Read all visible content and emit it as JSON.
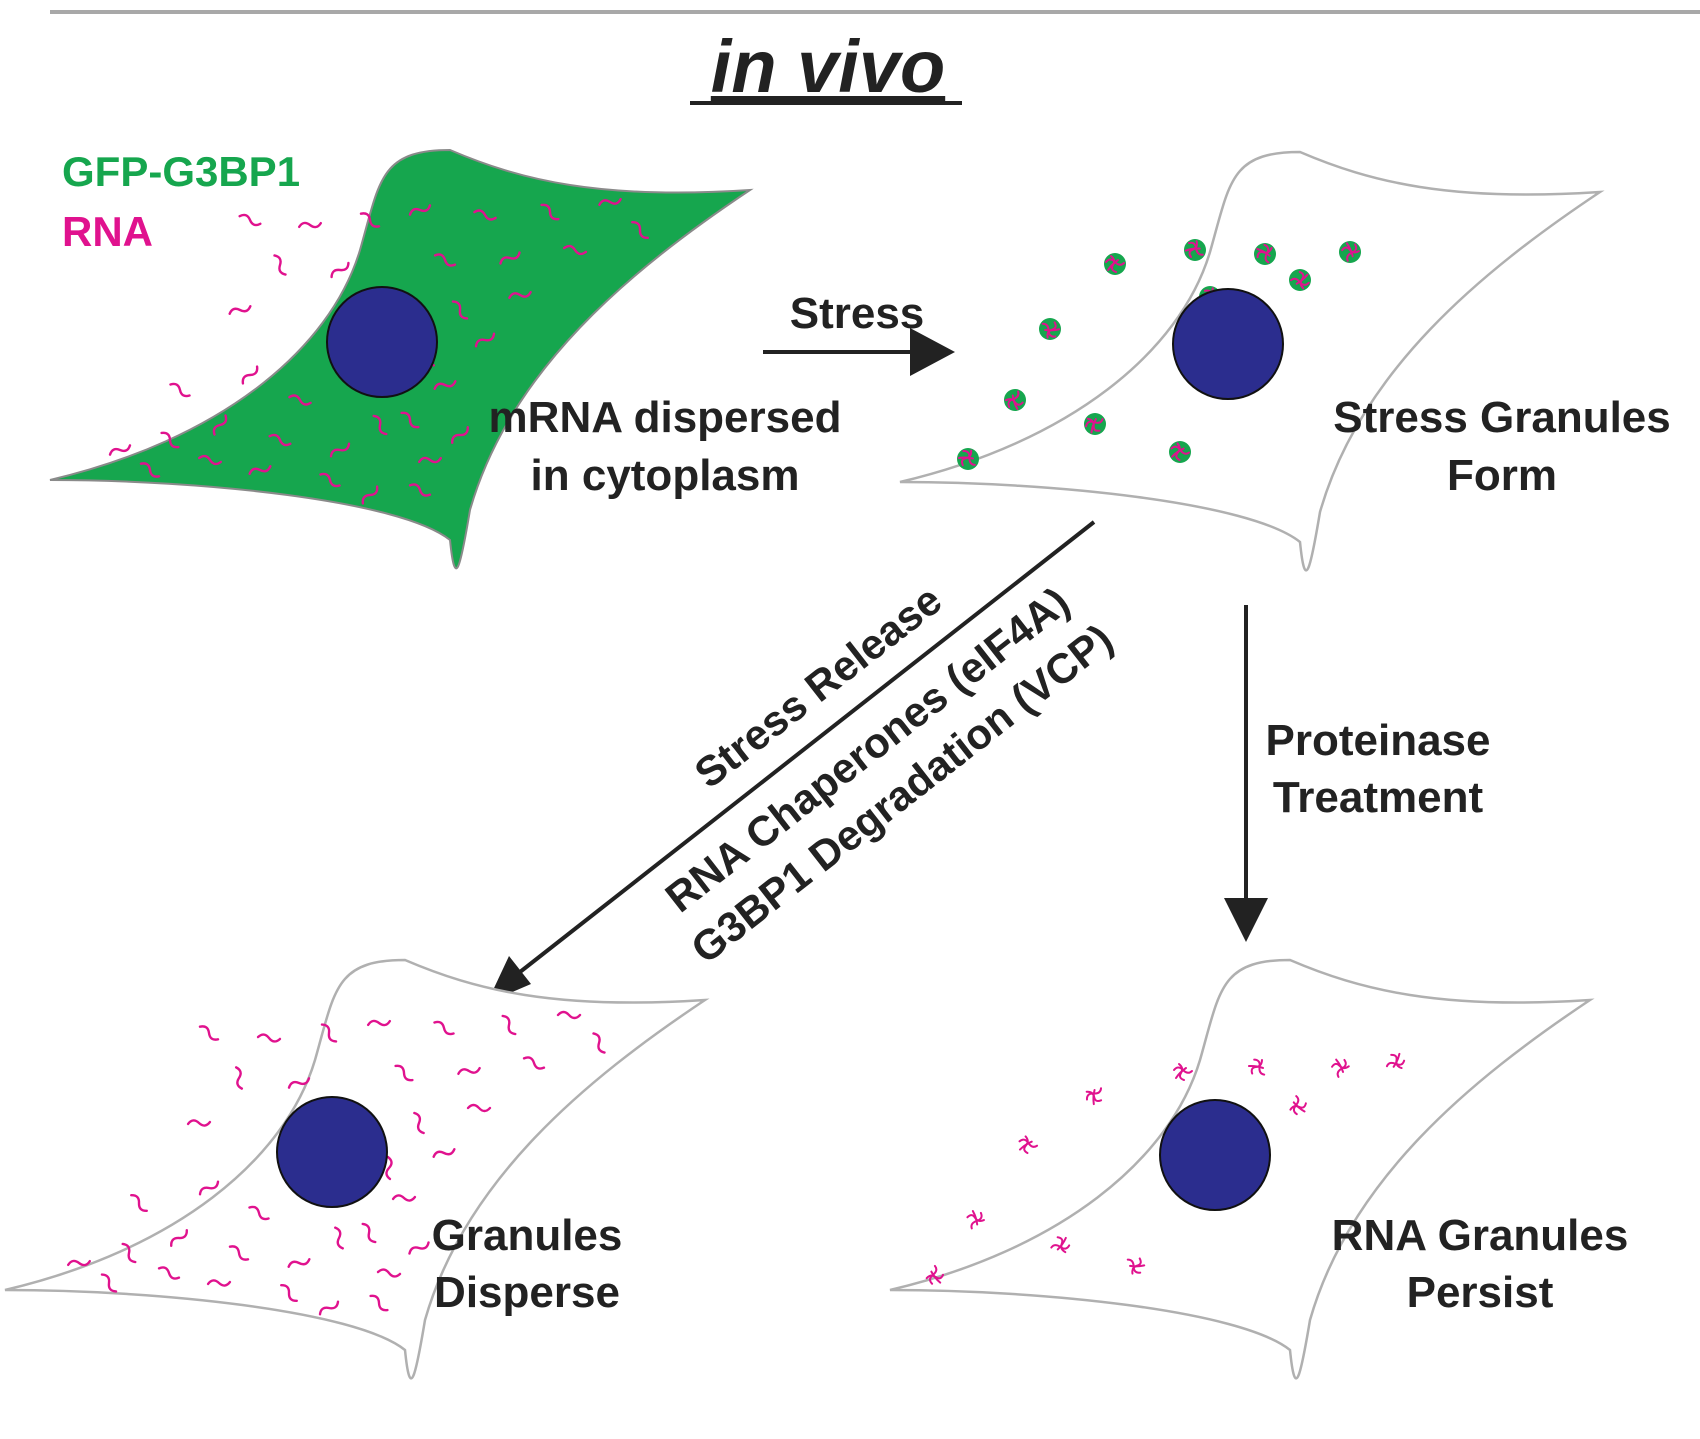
{
  "title": "in vivo",
  "legend": {
    "protein_label": "GFP-G3BP1",
    "rna_label": "RNA"
  },
  "colors": {
    "gfp_green": "#16a64e",
    "rna_magenta": "#e0128e",
    "nucleus_blue": "#2b2d8e",
    "outline_gray": "#a8a8a8",
    "text_black": "#222222"
  },
  "cells": {
    "initial": {
      "caption_line1": "mRNA dispersed",
      "caption_line2": "in cytoplasm"
    },
    "stressed": {
      "caption_line1": "Stress Granules",
      "caption_line2": "Form"
    },
    "dispersed": {
      "caption_line1": "Granules",
      "caption_line2": "Disperse"
    },
    "persist": {
      "caption_line1": "RNA Granules",
      "caption_line2": "Persist"
    }
  },
  "arrows": {
    "stress": {
      "label": "Stress"
    },
    "recovery": {
      "line1": "Stress Release",
      "line2": "RNA Chaperones (eIF4A)",
      "line3": "G3BP1 Degradation (VCP)"
    },
    "proteinase": {
      "line1": "Proteinase",
      "line2": "Treatment"
    }
  }
}
